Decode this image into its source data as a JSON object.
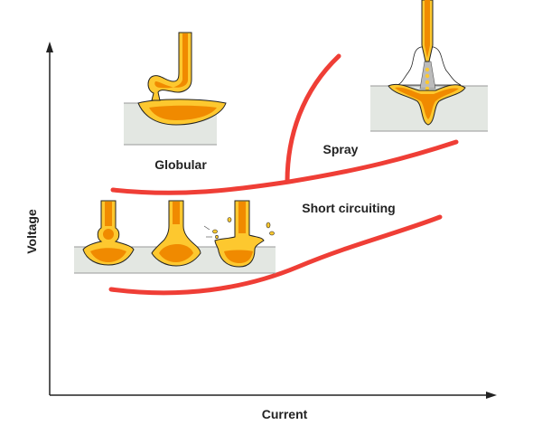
{
  "axes": {
    "x_label": "Current",
    "y_label": "Voltage"
  },
  "regions": {
    "globular": "Globular",
    "spray": "Spray",
    "short_circuiting": "Short circuiting"
  },
  "colors": {
    "curve": "#ef3e36",
    "molten_outer": "#fdc82f",
    "molten_inner": "#f08a00",
    "plate": "#e3e7e2",
    "axis": "#222222"
  }
}
